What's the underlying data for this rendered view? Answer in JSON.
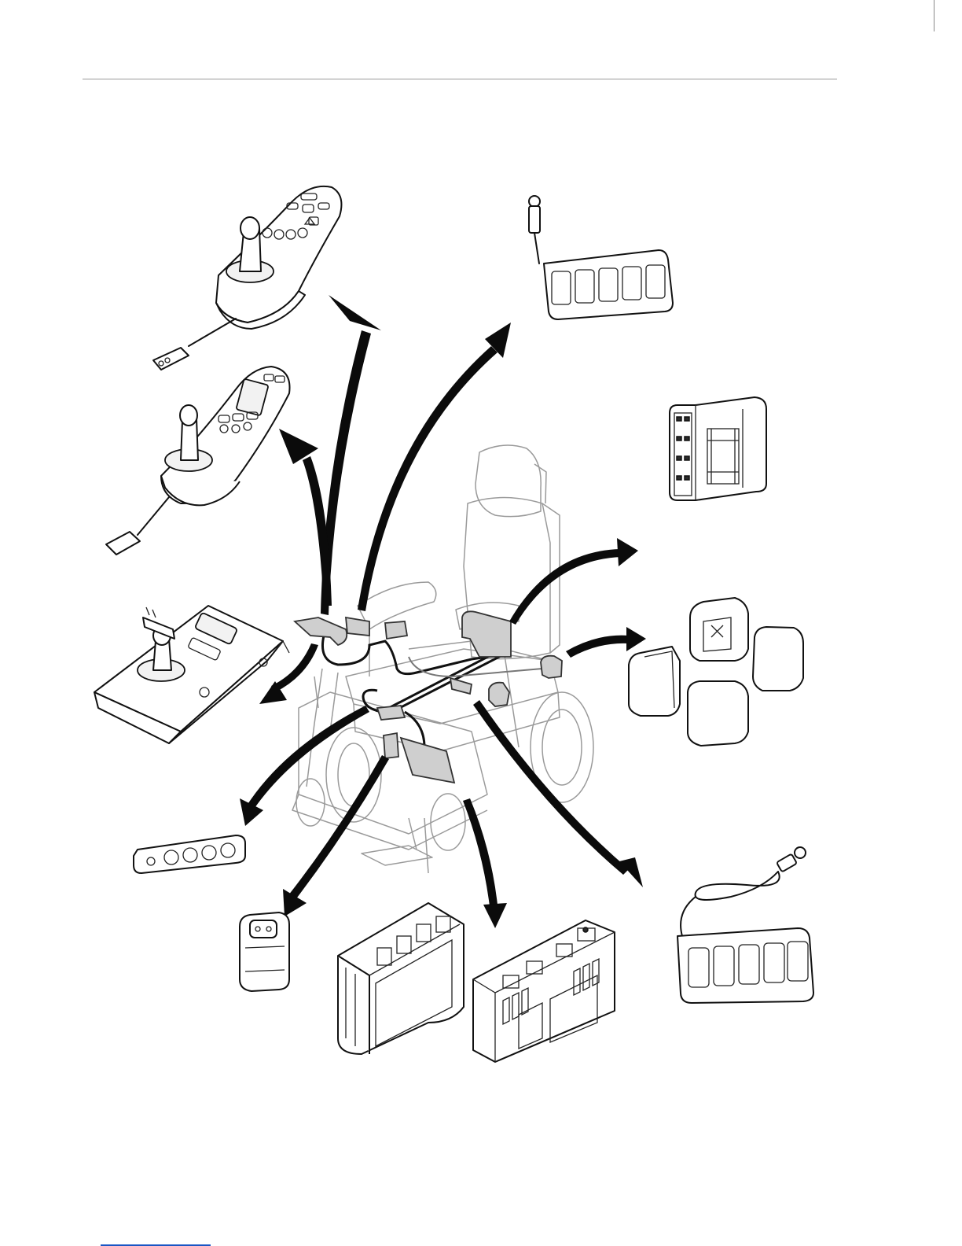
{
  "figure": {
    "components": [
      "joystick-remote-compact",
      "joystick-remote-display",
      "joystick-remote-advanced",
      "attendant-switch-box-wired",
      "switch-box-module",
      "push-button-modules",
      "connector-strip",
      "small-connector-module",
      "power-module",
      "actuator-module",
      "attendant-switch-box-long-cable"
    ],
    "background": "wheelchair-outline",
    "colors": {
      "line": "#111111",
      "highlight": "#cfcfcf",
      "wheelchair_outline": "#9a9a9a",
      "page_rule": "#9a9a9a",
      "footer_link_rule": "#1a56c4"
    }
  }
}
